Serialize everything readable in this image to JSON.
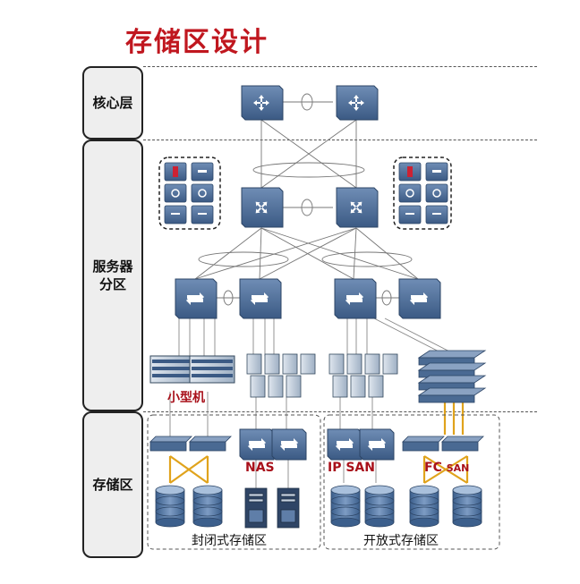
{
  "title": "存储区设计",
  "layers": {
    "core": "核心层",
    "server_line1": "服务器",
    "server_line2": "分区",
    "storage": "存储区"
  },
  "labels": {
    "minicomputer": "小型机",
    "nas": "NAS",
    "ip_san": "IP SAN",
    "fc": "FC",
    "fc_san": "SAN",
    "closed_storage": "封闭式存储区",
    "open_storage": "开放式存储区"
  },
  "colors": {
    "title_red": "#c0171f",
    "label_red": "#a8101a",
    "device_blue": "#4a6a93",
    "link_gold": "#e0a31c"
  },
  "icons": {
    "core_switch": "core-router-icon",
    "aggregation_switch": "aggregation-switch-icon",
    "access_switch": "access-switch-icon",
    "storage_array": "disk-array-icon",
    "server": "tower-server-icon"
  }
}
